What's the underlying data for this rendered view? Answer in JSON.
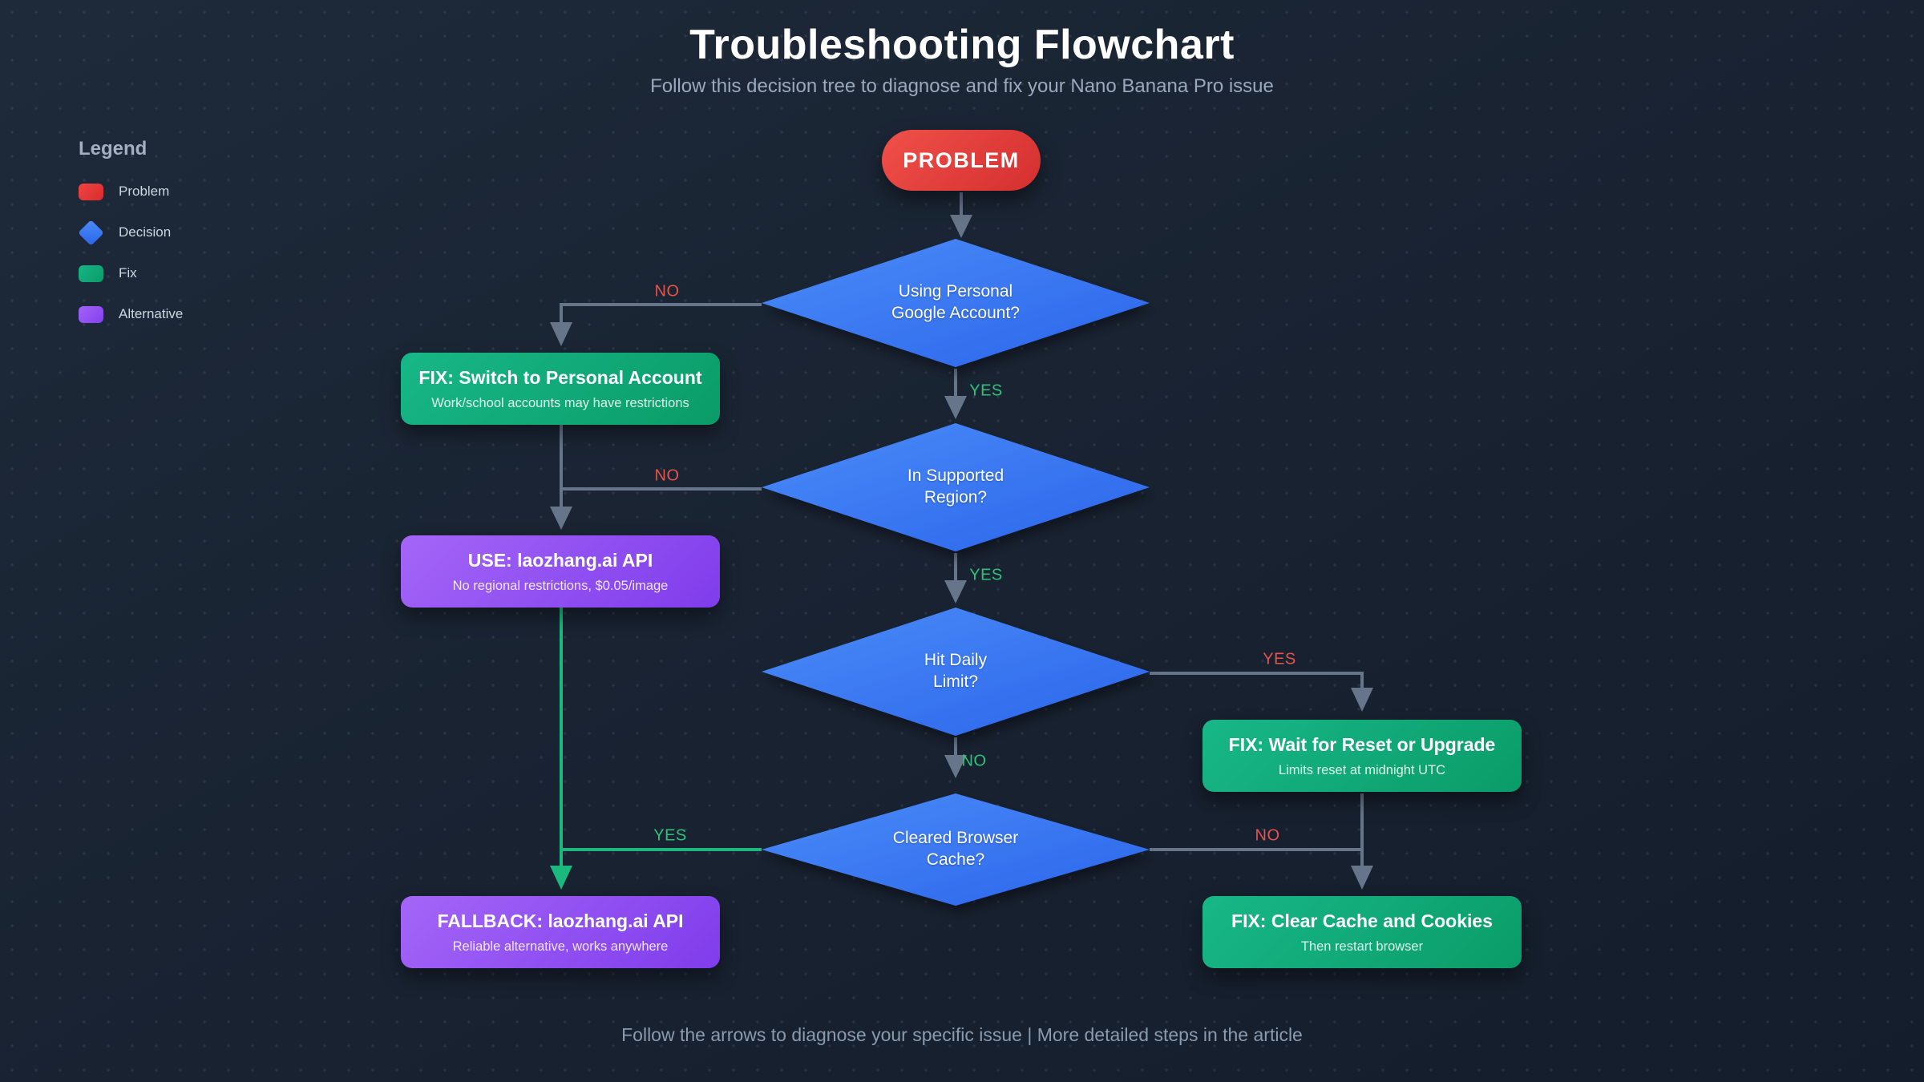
{
  "header": {
    "title": "Troubleshooting Flowchart",
    "subtitle": "Follow this decision tree to diagnose and fix your Nano Banana Pro issue"
  },
  "footer": "Follow the arrows to diagnose your specific issue | More detailed steps in the article",
  "legend": {
    "heading": "Legend",
    "items": [
      {
        "label": "Problem",
        "shape": "pill",
        "color": "#e04040"
      },
      {
        "label": "Decision",
        "shape": "diamond",
        "color": "#3b78f0"
      },
      {
        "label": "Fix",
        "shape": "pill",
        "color": "#10b177"
      },
      {
        "label": "Alternative",
        "shape": "pill",
        "color": "#8b5cf6"
      }
    ]
  },
  "nodes": {
    "problem": {
      "label": "PROBLEM"
    },
    "d1": {
      "label": "Using Personal\nGoogle Account?"
    },
    "d2": {
      "label": "In Supported\nRegion?"
    },
    "d3": {
      "label": "Hit Daily\nLimit?"
    },
    "d4": {
      "label": "Cleared Browser\nCache?"
    },
    "fix_switch": {
      "title": "FIX: Switch to Personal Account",
      "subtitle": "Work/school accounts may have restrictions"
    },
    "use_api": {
      "title": "USE: laozhang.ai API",
      "subtitle": "No regional restrictions, $0.05/image"
    },
    "fix_wait": {
      "title": "FIX: Wait for Reset or Upgrade",
      "subtitle": "Limits reset at midnight UTC"
    },
    "fallback_api": {
      "title": "FALLBACK: laozhang.ai API",
      "subtitle": "Reliable alternative, works anywhere"
    },
    "fix_clear": {
      "title": "FIX: Clear Cache and Cookies",
      "subtitle": "Then restart browser"
    }
  },
  "edge_labels": {
    "d1_no": "NO",
    "d1_yes": "YES",
    "d2_no": "NO",
    "d2_yes": "YES",
    "d3_yes": "YES",
    "d3_no": "NO",
    "d4_yes": "YES",
    "d4_no": "NO"
  },
  "colors": {
    "background": "#18212f",
    "problem": "#e04040",
    "decision": "#3b78f0",
    "fix": "#10b177",
    "alternative": "#8b5cf6",
    "arrow_gray": "#67758a",
    "yes_green": "#2ec27a",
    "no_red": "#e8524c"
  }
}
